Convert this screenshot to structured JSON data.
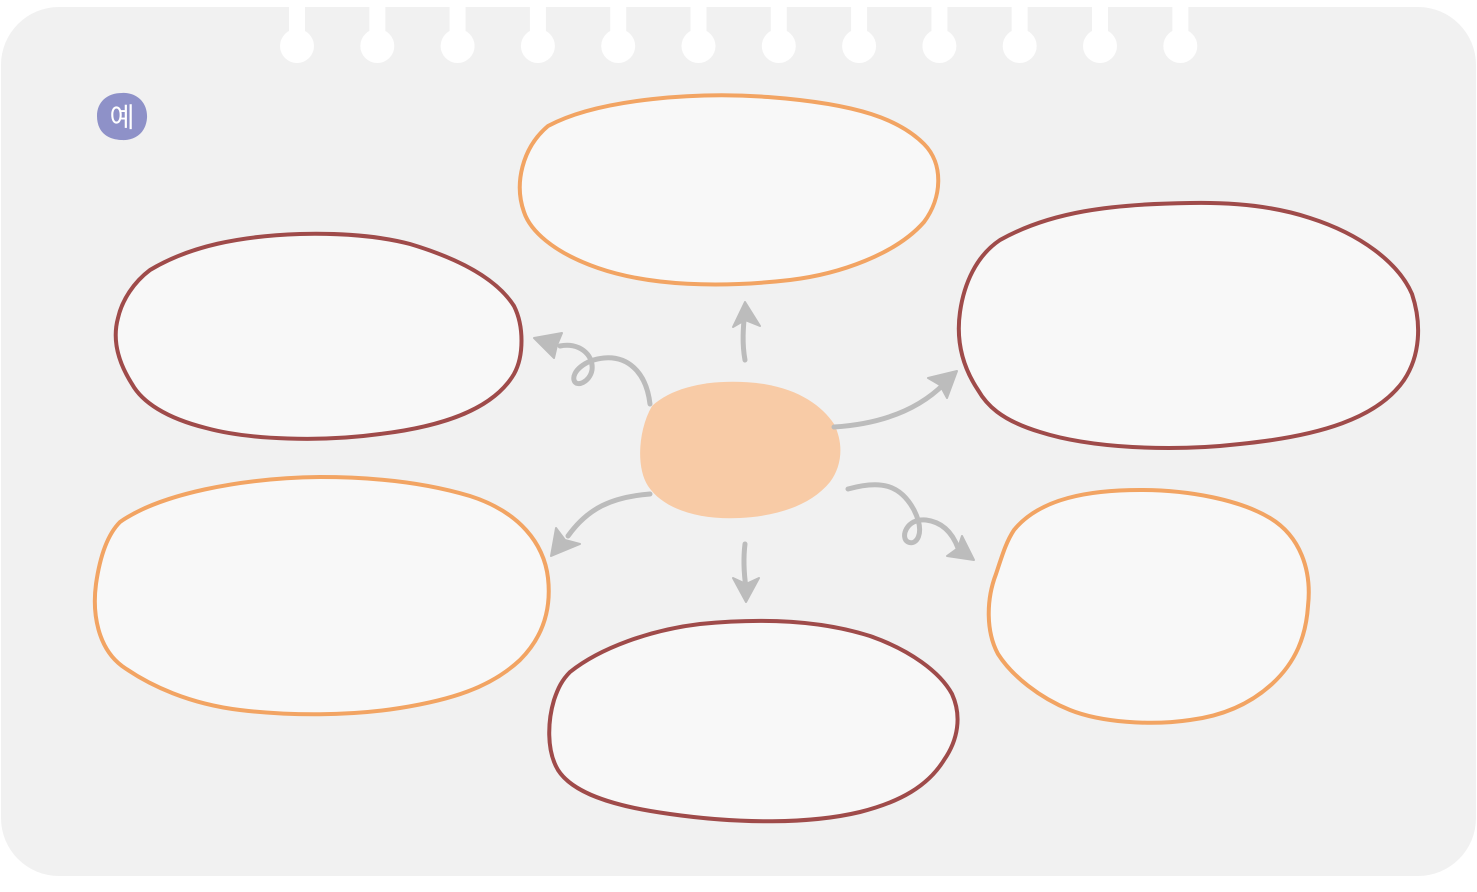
{
  "badge": {
    "label": "예"
  },
  "colors": {
    "sheet": "#f1f1f1",
    "bubble_fill": "#f8f8f8",
    "outline_orange": "#f2a463",
    "outline_red": "#9f4b4a",
    "center_fill": "#f8cba6",
    "arrow_gray": "#bcbcbc",
    "badge_fill": "#8e91c8",
    "badge_text": "#ffffff",
    "binder_ring": "#ffffff"
  },
  "diagram": {
    "type": "bubble-map",
    "center": {
      "name": "center-bubble",
      "text": ""
    },
    "bubbles": [
      {
        "name": "bubble-top",
        "text": "",
        "outline": "orange"
      },
      {
        "name": "bubble-upper-left",
        "text": "",
        "outline": "red"
      },
      {
        "name": "bubble-upper-right",
        "text": "",
        "outline": "red"
      },
      {
        "name": "bubble-lower-left",
        "text": "",
        "outline": "orange"
      },
      {
        "name": "bubble-lower-right",
        "text": "",
        "outline": "orange"
      },
      {
        "name": "bubble-bottom",
        "text": "",
        "outline": "red"
      }
    ],
    "arrow_icon": "hand-drawn-arrow-icon",
    "binder_ring_icon": "binder-ring-icon"
  }
}
